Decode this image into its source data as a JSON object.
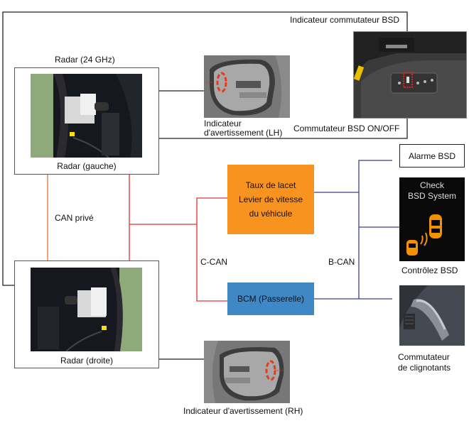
{
  "diagram": {
    "title": "BSD system diagram",
    "colors": {
      "frame_line": "#222222",
      "private_can_line": "#e8703a",
      "c_can_line": "#e53030",
      "b_can_line": "#3a3f8a",
      "gateway_ecu_fill": "#f7931e",
      "bcm_fill": "#3f88c5",
      "cluster_bg": "#0a0a0a",
      "cluster_icon": "#f39200",
      "radar_bg_green": "#8ea97a"
    },
    "labels": {
      "bsd_switch_indicator": "Indicateur commutateur BSD",
      "bsd_switch_onoff": "Commutateur BSD ON/OFF",
      "radar_24ghz": "Radar (24 GHz)",
      "radar_left": "Radar (gauche)",
      "radar_right": "Radar (droite)",
      "warning_lh_line1": "Indicateur",
      "warning_lh_line2": "d'avertissement (LH)",
      "warning_rh": "Indicateur d'avertissement (RH)",
      "private_can": "CAN privé",
      "c_can": "C-CAN",
      "b_can": "B-CAN",
      "bsd_alarm": "Alarme BSD",
      "check_bsd": "Contrôlez BSD",
      "turn_switch_line1": "Commutateur",
      "turn_switch_line2": "de clignotants"
    },
    "ecu_vehicle": {
      "line1": "Taux de lacet",
      "line2": "Levier de vitesse",
      "line3": "du véhicule"
    },
    "ecu_bcm": "BCM (Passerelle)",
    "cluster_message": {
      "line1": "Check",
      "line2": "BSD System"
    },
    "icons": {
      "radar_photo": "radar-module-photo",
      "mirror_photo": "side-mirror-photo",
      "switch_photo": "dashboard-switch-photo",
      "cluster_photo": "bsd-cluster-warning",
      "turn_switch_photo": "turn-signal-stalk-photo"
    }
  }
}
